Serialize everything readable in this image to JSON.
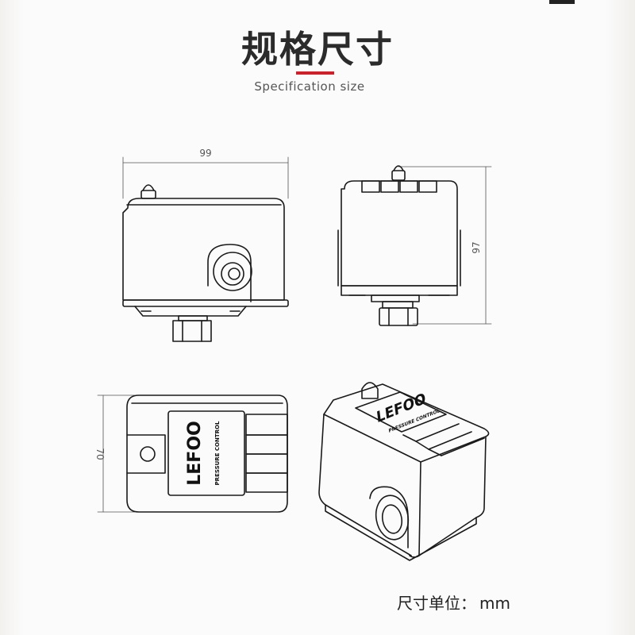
{
  "header": {
    "title": "规格尺寸",
    "subtitle": "Specification size"
  },
  "dimensions": {
    "width": "99",
    "height": "97",
    "depth": "70"
  },
  "product": {
    "brand": "LEFOO",
    "tagline": "PRESSURE CONTROL"
  },
  "footer": {
    "unit_label": "尺寸单位：",
    "unit_value": "mm"
  },
  "colors": {
    "accent": "#c8232c",
    "line": "#1a1a1a"
  }
}
